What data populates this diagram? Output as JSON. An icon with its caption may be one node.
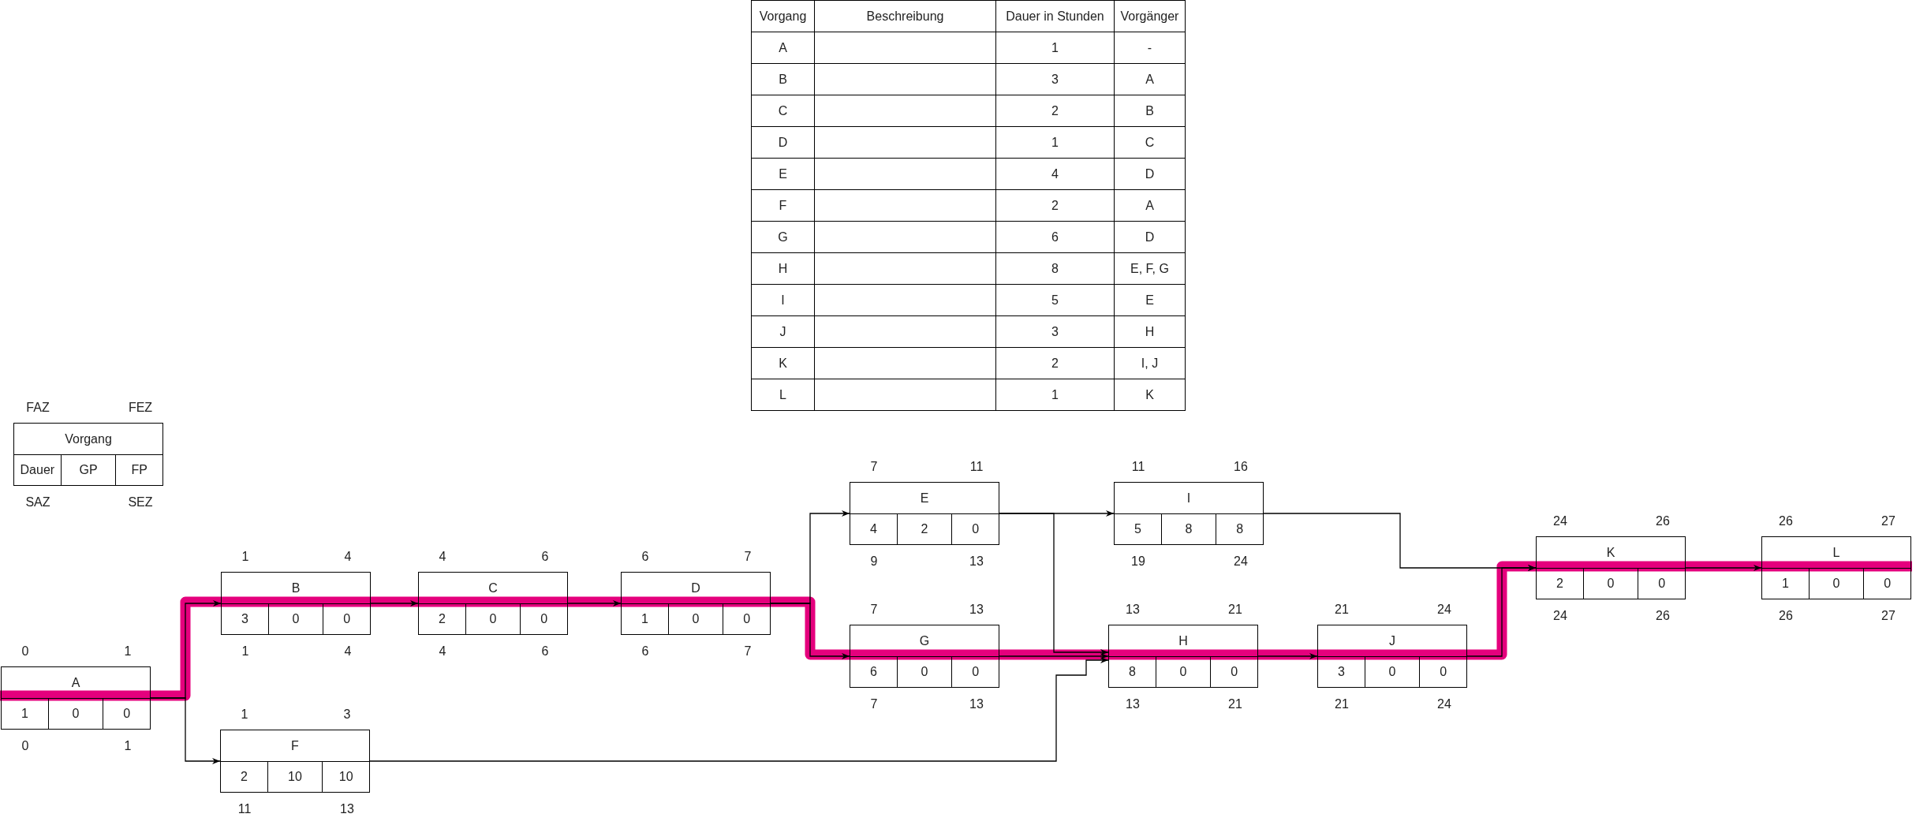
{
  "diagram": {
    "nodes": [
      {
        "text": [
          "Vorgang",
          "Dauer",
          "GP",
          "FP"
        ],
        "beside": [
          "FAZ",
          "FEZ",
          "SAZ",
          "SEZ"
        ]
      },
      {
        "text": [
          "A",
          "1",
          "0",
          "0"
        ],
        "beside": [
          "0",
          "1",
          "0",
          "1"
        ]
      },
      {
        "text": [
          "B",
          "3",
          "0",
          "0"
        ],
        "beside": [
          "1",
          "4",
          "1",
          "4"
        ]
      },
      {
        "text": [
          "C",
          "2",
          "0",
          "0"
        ],
        "beside": [
          "4",
          "6",
          "4",
          "6"
        ]
      },
      {
        "text": [
          "D",
          "1",
          "0",
          "0"
        ],
        "beside": [
          "6",
          "7",
          "6",
          "7"
        ]
      },
      {
        "text": [
          "E",
          "4",
          "2",
          "0"
        ],
        "beside": [
          "7",
          "11",
          "9",
          "13"
        ]
      },
      {
        "text": [
          "F",
          "2",
          "10",
          "10"
        ],
        "beside": [
          "1",
          "3",
          "11",
          "13"
        ]
      },
      {
        "text": [
          "G",
          "6",
          "0",
          "0"
        ],
        "beside": [
          "7",
          "13",
          "7",
          "13"
        ]
      },
      {
        "text": [
          "H",
          "8",
          "0",
          "0"
        ],
        "beside": [
          "13",
          "21",
          "13",
          "21"
        ]
      },
      {
        "text": [
          "I",
          "5",
          "8",
          "8"
        ],
        "beside": [
          "11",
          "16",
          "19",
          "24"
        ]
      },
      {
        "text": [
          "J",
          "3",
          "0",
          "0"
        ],
        "beside": [
          "21",
          "24",
          "21",
          "24"
        ]
      },
      {
        "text": [
          "K",
          "2",
          "0",
          "0"
        ],
        "beside": [
          "24",
          "26",
          "24",
          "26"
        ]
      },
      {
        "text": [
          "L",
          "1",
          "0",
          "0"
        ],
        "beside": [
          "26",
          "27",
          "26",
          "27"
        ]
      }
    ],
    "edges": [
      {
        "from": 1,
        "to": 2,
        "arrow": "to"
      },
      {
        "from": 1,
        "to": 6,
        "arrow": "to"
      },
      {
        "from": 2,
        "to": 3,
        "arrow": "to"
      },
      {
        "from": 3,
        "to": 4,
        "arrow": "to"
      },
      {
        "from": 4,
        "to": 5,
        "arrow": "to"
      },
      {
        "from": 4,
        "to": 7,
        "arrow": "to"
      },
      {
        "from": 5,
        "to": 9,
        "arrow": "to"
      },
      {
        "from": 5,
        "to": 8,
        "arrow": "to"
      },
      {
        "from": 6,
        "to": 8,
        "arrow": "to"
      },
      {
        "from": 7,
        "to": 8,
        "arrow": "to"
      },
      {
        "from": 8,
        "to": 10,
        "arrow": "to"
      },
      {
        "from": 9,
        "to": 11,
        "arrow": "to"
      },
      {
        "from": 10,
        "to": 11,
        "arrow": "to"
      },
      {
        "from": 11,
        "to": 12,
        "arrow": "to"
      }
    ],
    "labels": [
      "Vorgang",
      "Beschreibung",
      "Dauer in Stunden",
      "Vorgänger",
      "A",
      "1",
      "-",
      "B",
      "3",
      "A",
      "C",
      "2",
      "B",
      "D",
      "1",
      "C",
      "E",
      "4",
      "D",
      "F",
      "2",
      "A",
      "G",
      "6",
      "D",
      "H",
      "8",
      "E, F, G",
      "I",
      "5",
      "E",
      "J",
      "3",
      "H",
      "K",
      "2",
      "I, J",
      "L",
      "1",
      "K"
    ]
  }
}
